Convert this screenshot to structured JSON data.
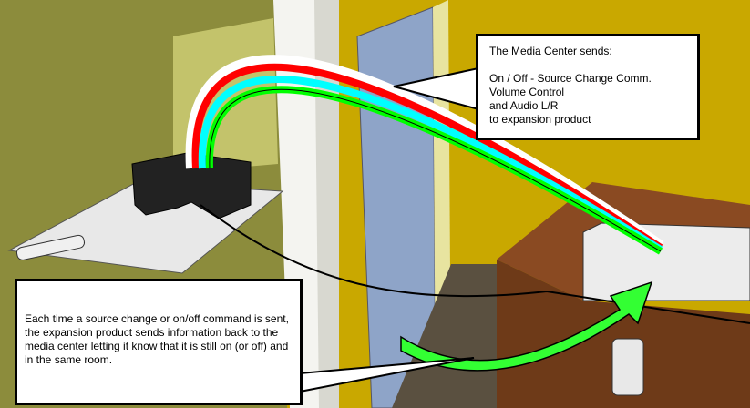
{
  "callout_top": {
    "title": "The Media Center sends:",
    "lines": [
      "On / Off - Source Change Comm.",
      "Volume Control",
      "and Audio L/R",
      "to expansion product"
    ]
  },
  "callout_bottom": {
    "text": "Each time a source change or on/off command is sent, the expansion product sends information back to the media center letting it know that it is still on (or off) and in the same room."
  },
  "colors": {
    "left_wall": "#8c8c3c",
    "right_wall": "#c9a800",
    "glass": "#8ea4c8",
    "table": "#8a4a22",
    "cable_red": "#ff0000",
    "cable_cyan": "#00ffff",
    "cable_green": "#00ff00",
    "arrow_green": "#33ff33"
  }
}
